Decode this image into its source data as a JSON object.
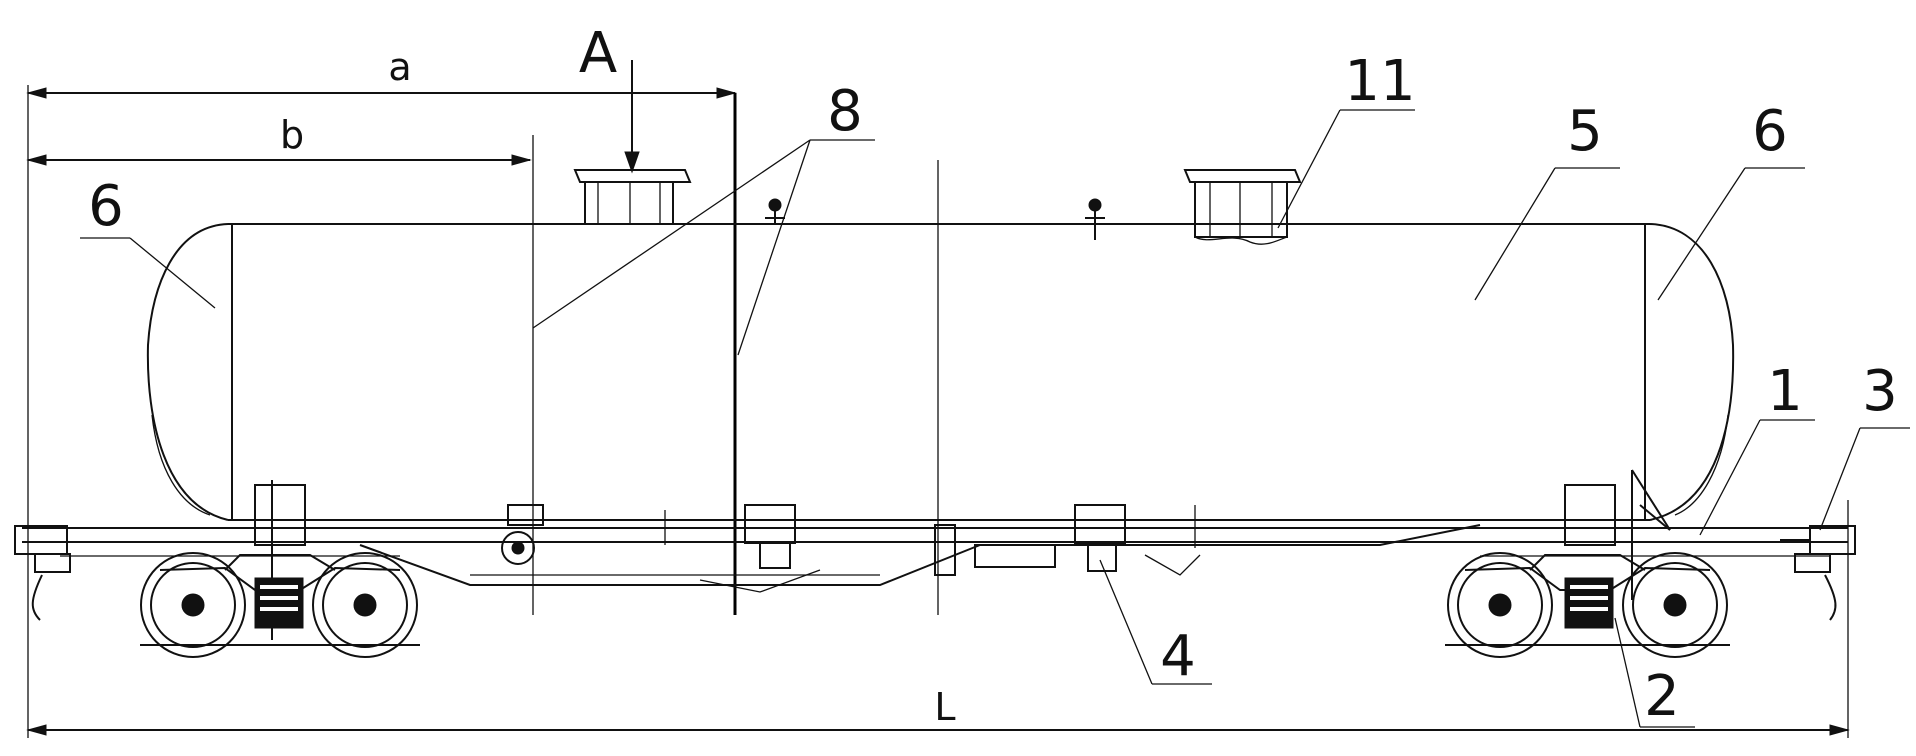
{
  "labels": {
    "dim_a": "a",
    "dim_b": "b",
    "view_a": "A",
    "dim_l": "L",
    "part_1": "1",
    "part_2": "2",
    "part_3": "3",
    "part_4": "4",
    "part_5": "5",
    "part_6_left": "6",
    "part_6_right": "6",
    "part_8": "8",
    "part_11": "11"
  }
}
